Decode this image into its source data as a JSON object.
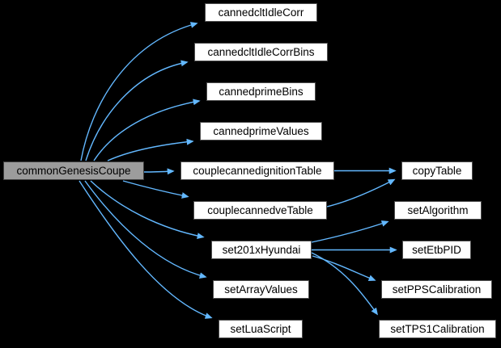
{
  "colors": {
    "background": "#000000",
    "edge": "#63b8ff",
    "node_fill": "#ffffff",
    "node_border": "#4d4d4d",
    "node_text": "#000000",
    "main_node_fill": "#9c9c9c",
    "main_node_border": "#3f3f3f"
  },
  "graph": {
    "type": "call-graph",
    "root_label": "commonGenesisCoupe",
    "nodes": [
      {
        "id": "commonGenesisCoupe",
        "label": "commonGenesisCoupe",
        "main": true
      },
      {
        "id": "cannedcltIdleCorr",
        "label": "cannedcltIdleCorr",
        "main": false
      },
      {
        "id": "cannedcltIdleCorrBins",
        "label": "cannedcltIdleCorrBins",
        "main": false
      },
      {
        "id": "cannedprimeBins",
        "label": "cannedprimeBins",
        "main": false
      },
      {
        "id": "cannedprimeValues",
        "label": "cannedprimeValues",
        "main": false
      },
      {
        "id": "couplecannedignitionTable",
        "label": "couplecannedignitionTable",
        "main": false
      },
      {
        "id": "couplecannedveTable",
        "label": "couplecannedveTable",
        "main": false
      },
      {
        "id": "set201xHyundai",
        "label": "set201xHyundai",
        "main": false
      },
      {
        "id": "setArrayValues",
        "label": "setArrayValues",
        "main": false
      },
      {
        "id": "setLuaScript",
        "label": "setLuaScript",
        "main": false
      },
      {
        "id": "copyTable",
        "label": "copyTable",
        "main": false
      },
      {
        "id": "setAlgorithm",
        "label": "setAlgorithm",
        "main": false
      },
      {
        "id": "setEtbPID",
        "label": "setEtbPID",
        "main": false
      },
      {
        "id": "setPPSCalibration",
        "label": "setPPSCalibration",
        "main": false
      },
      {
        "id": "setTPS1Calibration",
        "label": "setTPS1Calibration",
        "main": false
      }
    ],
    "edges": [
      {
        "from": "commonGenesisCoupe",
        "to": "cannedcltIdleCorr"
      },
      {
        "from": "commonGenesisCoupe",
        "to": "cannedcltIdleCorrBins"
      },
      {
        "from": "commonGenesisCoupe",
        "to": "cannedprimeBins"
      },
      {
        "from": "commonGenesisCoupe",
        "to": "cannedprimeValues"
      },
      {
        "from": "commonGenesisCoupe",
        "to": "couplecannedignitionTable"
      },
      {
        "from": "commonGenesisCoupe",
        "to": "couplecannedveTable"
      },
      {
        "from": "commonGenesisCoupe",
        "to": "set201xHyundai"
      },
      {
        "from": "commonGenesisCoupe",
        "to": "setArrayValues"
      },
      {
        "from": "commonGenesisCoupe",
        "to": "setLuaScript"
      },
      {
        "from": "couplecannedignitionTable",
        "to": "copyTable"
      },
      {
        "from": "couplecannedveTable",
        "to": "copyTable"
      },
      {
        "from": "set201xHyundai",
        "to": "setAlgorithm"
      },
      {
        "from": "set201xHyundai",
        "to": "setEtbPID"
      },
      {
        "from": "set201xHyundai",
        "to": "setPPSCalibration"
      },
      {
        "from": "set201xHyundai",
        "to": "setTPS1Calibration"
      }
    ]
  }
}
